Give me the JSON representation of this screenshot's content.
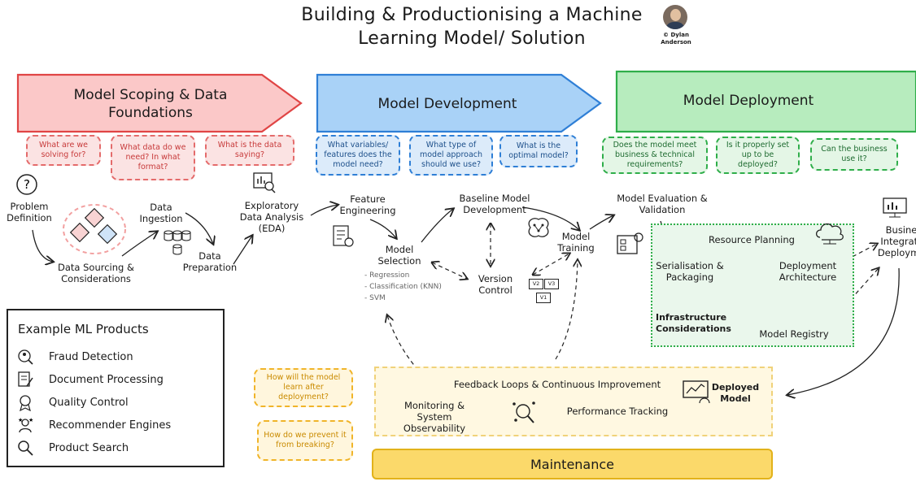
{
  "title": "Building & Productionising a Machine Learning Model/ Solution",
  "author": {
    "name": "© Dylan Anderson"
  },
  "phases": [
    {
      "label": "Model Scoping & Data Foundations",
      "color": "#fbc8c8",
      "stroke": "#e04545"
    },
    {
      "label": "Model Development",
      "color": "#a9d2f7",
      "stroke": "#2f7fd6"
    },
    {
      "label": "Model Deployment",
      "color": "#b7ecbe",
      "stroke": "#2fae4a"
    }
  ],
  "questions": {
    "scoping": [
      "What are we solving for?",
      "What data do we need? In what format?",
      "What is the data saying?"
    ],
    "development": [
      "What variables/ features does the model need?",
      "What type of model approach should we use?",
      "What is the optimal model?"
    ],
    "deployment": [
      "Does the model meet business & technical requirements?",
      "Is it properly set up to be deployed?",
      "Can the business use it?"
    ],
    "maintenance": [
      "How will the model learn after deployment?",
      "How do we prevent it from breaking?"
    ]
  },
  "nodes": {
    "problem_definition": "Problem Definition",
    "data_sourcing": "Data Sourcing & Considerations",
    "data_ingestion": "Data Ingestion",
    "data_preparation": "Data Preparation",
    "eda": "Exploratory Data Analysis (EDA)",
    "feature_engineering": "Feature Engineering",
    "model_selection": "Model Selection",
    "model_selection_items": [
      "- Regression",
      "- Classification (KNN)",
      "- SVM"
    ],
    "baseline_model": "Baseline Model Development",
    "version_control": "Version Control",
    "version_tags": [
      "V2",
      "V3",
      "V1"
    ],
    "model_training": "Model Training",
    "model_evaluation": "Model Evaluation & Validation",
    "resource_planning": "Resource Planning",
    "serialisation": "Serialisation & Packaging",
    "deployment_architecture": "Deployment Architecture",
    "model_registry": "Model Registry",
    "infrastructure": "Infrastructure Considerations",
    "business_integration": "Business Integration Deployment",
    "feedback_loops": "Feedback Loops & Continuous Improvement",
    "monitoring": "Monitoring & System Observability",
    "performance_tracking": "Performance Tracking",
    "deployed_model": "Deployed Model",
    "maintenance": "Maintenance"
  },
  "legend": {
    "title": "Example ML Products",
    "items": [
      {
        "label": "Fraud Detection",
        "icon": "fraud-icon"
      },
      {
        "label": "Document Processing",
        "icon": "document-icon"
      },
      {
        "label": "Quality Control",
        "icon": "quality-badge-icon"
      },
      {
        "label": "Recommender Engines",
        "icon": "recommender-icon"
      },
      {
        "label": "Product Search",
        "icon": "search-icon"
      }
    ]
  }
}
